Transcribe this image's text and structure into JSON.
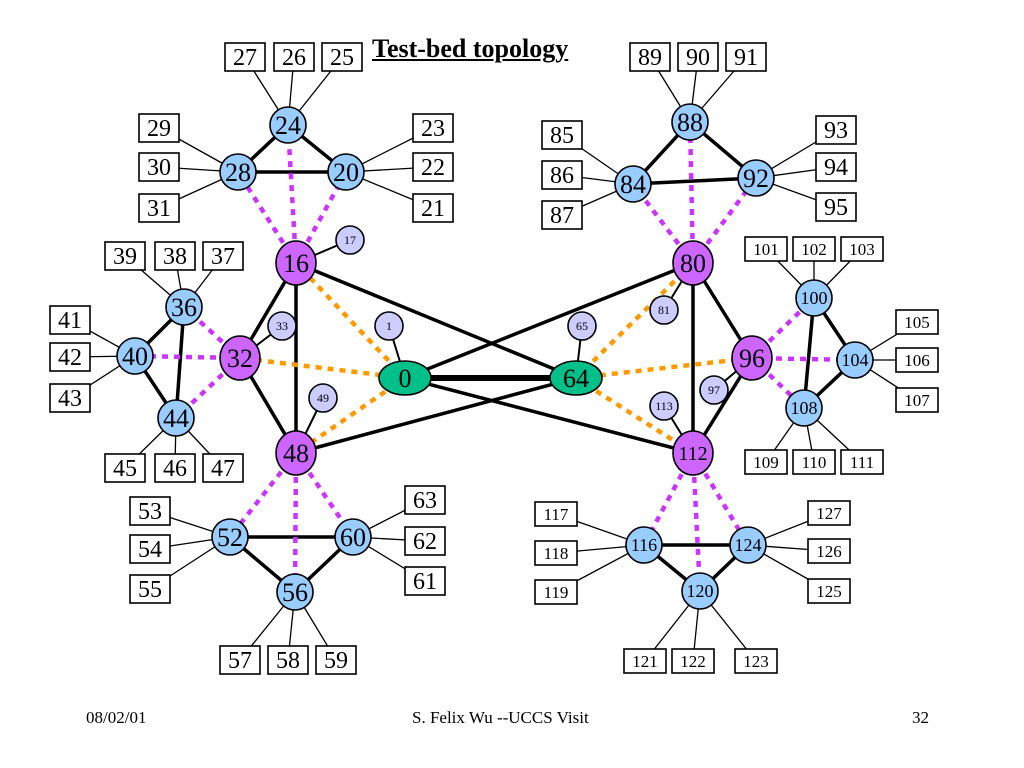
{
  "slide": {
    "title": "Test-bed topology",
    "footer_date": "08/02/01",
    "footer_center": "S. Felix Wu --UCCS Visit",
    "footer_page": "32"
  },
  "colors": {
    "core": "#00c08a",
    "router": "#cc66ff",
    "small": "#ccccff",
    "host": "#99ccff",
    "dotted_purple": "#cc33ff",
    "dotted_orange": "#ff9900",
    "line": "#000000"
  },
  "nodes": [
    {
      "id": "0",
      "type": "core"
    },
    {
      "id": "64",
      "type": "core"
    },
    {
      "id": "16",
      "type": "router"
    },
    {
      "id": "32",
      "type": "router"
    },
    {
      "id": "48",
      "type": "router"
    },
    {
      "id": "80",
      "type": "router"
    },
    {
      "id": "96",
      "type": "router"
    },
    {
      "id": "112",
      "type": "router"
    },
    {
      "id": "1",
      "type": "small"
    },
    {
      "id": "17",
      "type": "small"
    },
    {
      "id": "33",
      "type": "small"
    },
    {
      "id": "49",
      "type": "small"
    },
    {
      "id": "65",
      "type": "small"
    },
    {
      "id": "81",
      "type": "small"
    },
    {
      "id": "97",
      "type": "small"
    },
    {
      "id": "113",
      "type": "small"
    },
    {
      "id": "20",
      "type": "host"
    },
    {
      "id": "24",
      "type": "host"
    },
    {
      "id": "28",
      "type": "host"
    },
    {
      "id": "36",
      "type": "host"
    },
    {
      "id": "40",
      "type": "host"
    },
    {
      "id": "44",
      "type": "host"
    },
    {
      "id": "52",
      "type": "host"
    },
    {
      "id": "56",
      "type": "host"
    },
    {
      "id": "60",
      "type": "host"
    },
    {
      "id": "84",
      "type": "host"
    },
    {
      "id": "88",
      "type": "host"
    },
    {
      "id": "92",
      "type": "host"
    },
    {
      "id": "100",
      "type": "host"
    },
    {
      "id": "104",
      "type": "host"
    },
    {
      "id": "108",
      "type": "host"
    },
    {
      "id": "116",
      "type": "host"
    },
    {
      "id": "120",
      "type": "host"
    },
    {
      "id": "124",
      "type": "host"
    }
  ],
  "leaves": [
    {
      "id": "27",
      "parent": "24"
    },
    {
      "id": "26",
      "parent": "24"
    },
    {
      "id": "25",
      "parent": "24"
    },
    {
      "id": "29",
      "parent": "28"
    },
    {
      "id": "30",
      "parent": "28"
    },
    {
      "id": "31",
      "parent": "28"
    },
    {
      "id": "23",
      "parent": "20"
    },
    {
      "id": "22",
      "parent": "20"
    },
    {
      "id": "21",
      "parent": "20"
    },
    {
      "id": "39",
      "parent": "36"
    },
    {
      "id": "38",
      "parent": "36"
    },
    {
      "id": "37",
      "parent": "36"
    },
    {
      "id": "41",
      "parent": "40"
    },
    {
      "id": "42",
      "parent": "40"
    },
    {
      "id": "43",
      "parent": "40"
    },
    {
      "id": "45",
      "parent": "44"
    },
    {
      "id": "46",
      "parent": "44"
    },
    {
      "id": "47",
      "parent": "44"
    },
    {
      "id": "53",
      "parent": "52"
    },
    {
      "id": "54",
      "parent": "52"
    },
    {
      "id": "55",
      "parent": "52"
    },
    {
      "id": "63",
      "parent": "60"
    },
    {
      "id": "62",
      "parent": "60"
    },
    {
      "id": "61",
      "parent": "60"
    },
    {
      "id": "57",
      "parent": "56"
    },
    {
      "id": "58",
      "parent": "56"
    },
    {
      "id": "59",
      "parent": "56"
    },
    {
      "id": "89",
      "parent": "88"
    },
    {
      "id": "90",
      "parent": "88"
    },
    {
      "id": "91",
      "parent": "88"
    },
    {
      "id": "85",
      "parent": "84"
    },
    {
      "id": "86",
      "parent": "84"
    },
    {
      "id": "87",
      "parent": "84"
    },
    {
      "id": "93",
      "parent": "92"
    },
    {
      "id": "94",
      "parent": "92"
    },
    {
      "id": "95",
      "parent": "92"
    },
    {
      "id": "101",
      "parent": "100"
    },
    {
      "id": "102",
      "parent": "100"
    },
    {
      "id": "103",
      "parent": "100"
    },
    {
      "id": "105",
      "parent": "104"
    },
    {
      "id": "106",
      "parent": "104"
    },
    {
      "id": "107",
      "parent": "104"
    },
    {
      "id": "109",
      "parent": "108"
    },
    {
      "id": "110",
      "parent": "108"
    },
    {
      "id": "111",
      "parent": "108"
    },
    {
      "id": "117",
      "parent": "116"
    },
    {
      "id": "118",
      "parent": "116"
    },
    {
      "id": "119",
      "parent": "116"
    },
    {
      "id": "127",
      "parent": "124"
    },
    {
      "id": "126",
      "parent": "124"
    },
    {
      "id": "125",
      "parent": "124"
    },
    {
      "id": "121",
      "parent": "120"
    },
    {
      "id": "122",
      "parent": "120"
    },
    {
      "id": "123",
      "parent": "120"
    }
  ],
  "solid_links": [
    [
      "0",
      "64"
    ],
    [
      "0",
      "80"
    ],
    [
      "0",
      "112"
    ],
    [
      "16",
      "64"
    ],
    [
      "48",
      "64"
    ],
    [
      "16",
      "48"
    ],
    [
      "16",
      "32"
    ],
    [
      "32",
      "48"
    ],
    [
      "80",
      "112"
    ],
    [
      "80",
      "96"
    ],
    [
      "96",
      "112"
    ],
    [
      "0",
      "1"
    ],
    [
      "16",
      "17"
    ],
    [
      "32",
      "33"
    ],
    [
      "48",
      "49"
    ],
    [
      "64",
      "65"
    ],
    [
      "80",
      "81"
    ],
    [
      "96",
      "97"
    ],
    [
      "112",
      "113"
    ],
    [
      "24",
      "28"
    ],
    [
      "24",
      "20"
    ],
    [
      "28",
      "20"
    ],
    [
      "36",
      "40"
    ],
    [
      "36",
      "44"
    ],
    [
      "40",
      "44"
    ],
    [
      "52",
      "60"
    ],
    [
      "52",
      "56"
    ],
    [
      "60",
      "56"
    ],
    [
      "88",
      "84"
    ],
    [
      "88",
      "92"
    ],
    [
      "84",
      "92"
    ],
    [
      "100",
      "104"
    ],
    [
      "100",
      "108"
    ],
    [
      "104",
      "108"
    ],
    [
      "116",
      "124"
    ],
    [
      "116",
      "120"
    ],
    [
      "124",
      "120"
    ]
  ],
  "purple_dotted_links": [
    [
      "16",
      "24"
    ],
    [
      "16",
      "28"
    ],
    [
      "16",
      "20"
    ],
    [
      "32",
      "36"
    ],
    [
      "32",
      "40"
    ],
    [
      "32",
      "44"
    ],
    [
      "48",
      "52"
    ],
    [
      "48",
      "56"
    ],
    [
      "48",
      "60"
    ],
    [
      "80",
      "88"
    ],
    [
      "80",
      "84"
    ],
    [
      "80",
      "92"
    ],
    [
      "96",
      "100"
    ],
    [
      "96",
      "104"
    ],
    [
      "96",
      "108"
    ],
    [
      "112",
      "116"
    ],
    [
      "112",
      "120"
    ],
    [
      "112",
      "124"
    ]
  ],
  "orange_dotted_links": [
    [
      "0",
      "16"
    ],
    [
      "0",
      "32"
    ],
    [
      "0",
      "48"
    ],
    [
      "64",
      "80"
    ],
    [
      "64",
      "96"
    ],
    [
      "64",
      "112"
    ]
  ]
}
